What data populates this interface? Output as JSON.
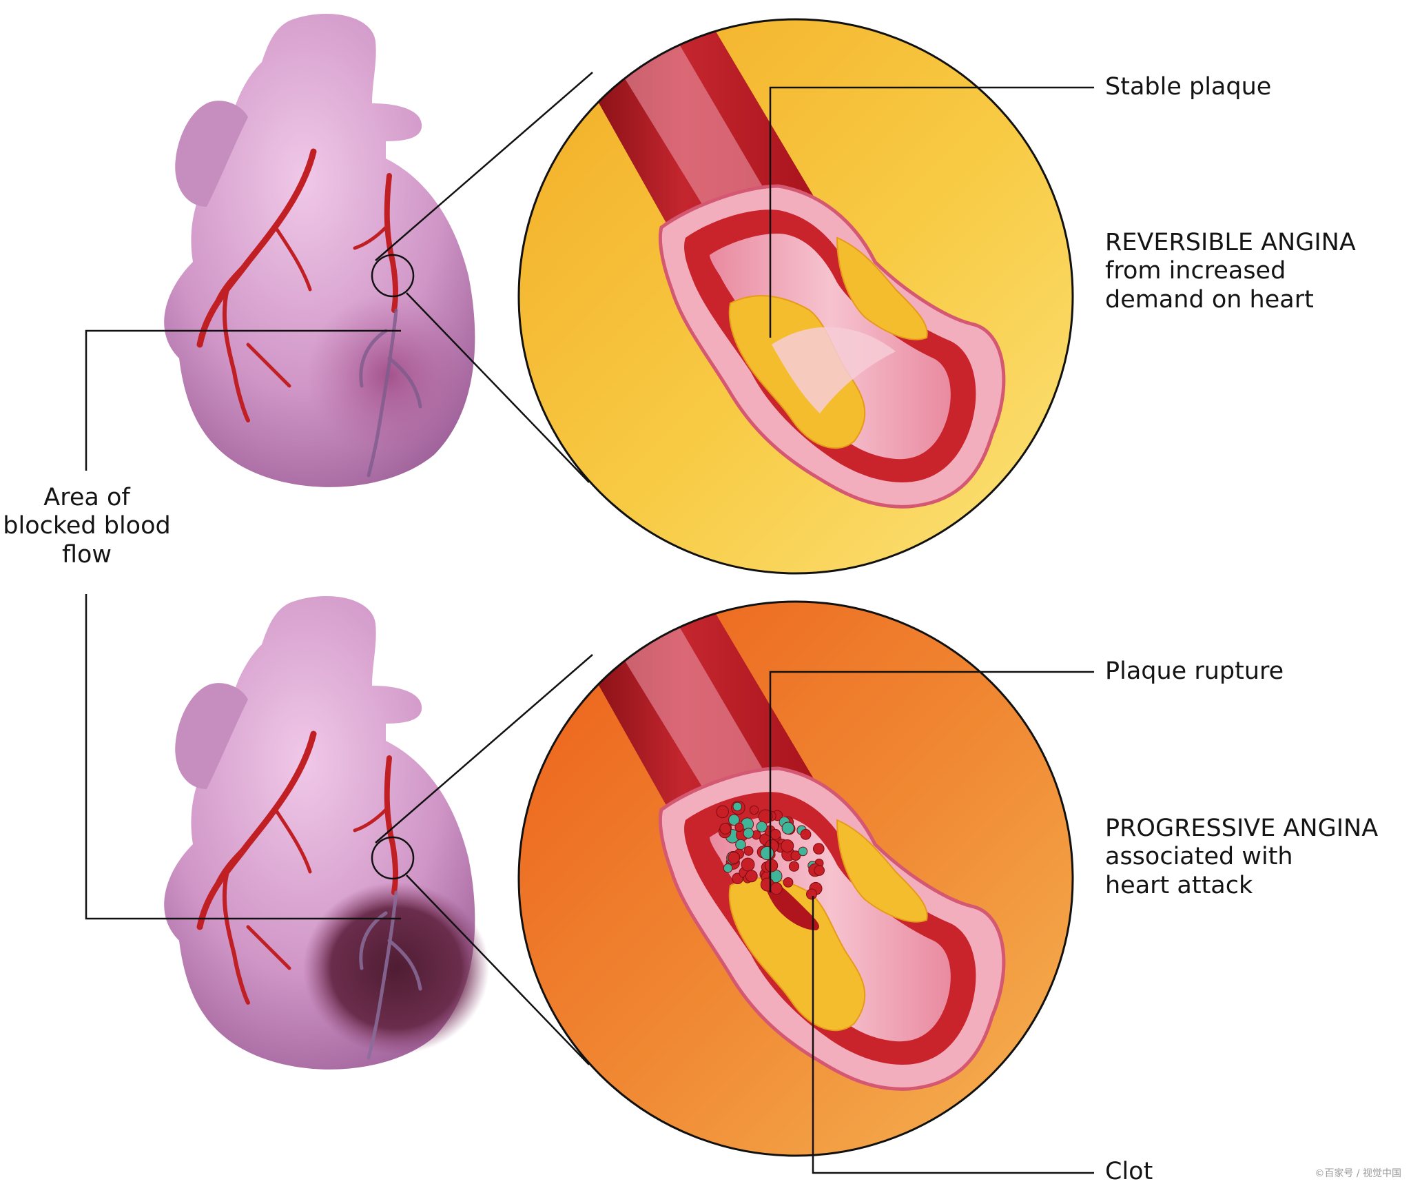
{
  "side_label": {
    "line1": "Area of",
    "line2": "blocked blood",
    "line3": "flow"
  },
  "top_panel": {
    "callout": "Stable plaque",
    "heading": "REVERSIBLE ANGINA",
    "desc_line1": "from increased",
    "desc_line2": "demand on heart"
  },
  "bottom_panel": {
    "callout_top": "Plaque rupture",
    "callout_bottom": "Clot",
    "heading": "PROGRESSIVE ANGINA",
    "desc_line1": "associated with",
    "desc_line2": "heart attack"
  },
  "watermark": "©百家号 / 视觉中国",
  "colors": {
    "heart": "#c98fc2",
    "artery": "#c01f24",
    "infarct_mild": "#9c4f86",
    "infarct_severe": "#5e2740",
    "top_circle": "#f8c83e",
    "bottom_circle": "#f0862c",
    "plaque": "#f5c232",
    "vessel_lining": "#f0a8b4",
    "clot_red": "#c81e25",
    "clot_green": "#3fb59a"
  }
}
